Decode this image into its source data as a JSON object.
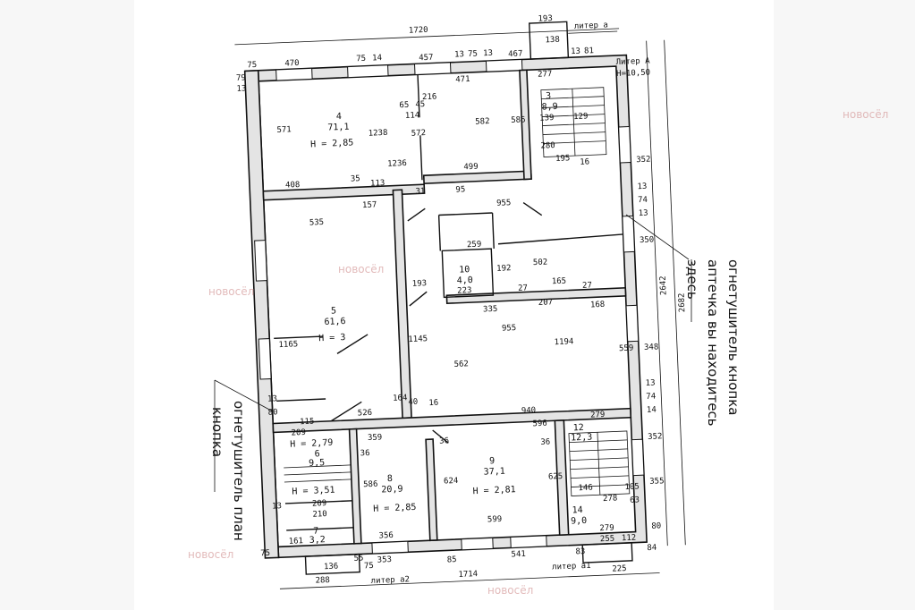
{
  "plan": {
    "overall_dims": {
      "top": "1720",
      "bottom": "1714",
      "right_inner": "2642",
      "right_outer": "2682"
    },
    "liters": {
      "a": "литер а",
      "A": "Литер А",
      "A_height": "Н=10,50",
      "a1": "литер а1",
      "a2": "литер а2"
    },
    "rooms": [
      {
        "number": "4",
        "area": "71,1",
        "height": "Н = 2,85"
      },
      {
        "number": "3",
        "area": "8,9"
      },
      {
        "number": "5",
        "area": "61,6",
        "height": "Н = 3"
      },
      {
        "number": "10",
        "area": "4,0"
      },
      {
        "number": "6",
        "area": "9,5",
        "height": "Н = 2,79"
      },
      {
        "number": "7",
        "area": "3,2",
        "height": "Н = 3,51"
      },
      {
        "number": "8",
        "area": "20,9",
        "height": "Н = 2,85"
      },
      {
        "number": "9",
        "area": "37,1",
        "height": "Н = 2,81"
      },
      {
        "number": "12",
        "area": "12,3"
      },
      {
        "number": "14",
        "area": "9,0"
      }
    ],
    "dims": [
      "75",
      "470",
      "75",
      "14",
      "457",
      "13",
      "75",
      "13",
      "467",
      "193",
      "138",
      "13",
      "81",
      "79",
      "13",
      "571",
      "216",
      "65",
      "45",
      "114",
      "1238",
      "572",
      "582",
      "586",
      "471",
      "277",
      "139",
      "129",
      "280",
      "195",
      "16",
      "352",
      "13",
      "74",
      "13",
      "350",
      "502",
      "408",
      "35",
      "113",
      "1236",
      "499",
      "31",
      "95",
      "157",
      "535",
      "955",
      "259",
      "193",
      "192",
      "223",
      "335",
      "207",
      "165",
      "27",
      "27",
      "168",
      "1165",
      "1145",
      "955",
      "1194",
      "562",
      "559",
      "348",
      "13",
      "74",
      "14",
      "352",
      "526",
      "164",
      "40",
      "16",
      "940",
      "596",
      "359",
      "279",
      "36",
      "36",
      "36",
      "586",
      "624",
      "625",
      "599",
      "355",
      "209",
      "115",
      "209",
      "210",
      "161",
      "356",
      "353",
      "85",
      "541",
      "83",
      "255",
      "225",
      "112",
      "84",
      "80",
      "63",
      "105",
      "278",
      "279",
      "146",
      "288",
      "136",
      "55",
      "75",
      "13",
      "80",
      "75",
      "13"
    ],
    "annotations": {
      "right_line1": "огнетушитель кнопка",
      "right_line2": "аптечка вы находитесь",
      "right_line3": "здесь",
      "left_line1": "огнетушитель план",
      "left_line2": "кнопка"
    },
    "watermark": "новосёл"
  },
  "colors": {
    "page": "#ffffff",
    "margin": "#f7f7f7",
    "wall_fill": "#e4e4e4",
    "ink": "#111111",
    "watermark": "#d9a3a3"
  }
}
